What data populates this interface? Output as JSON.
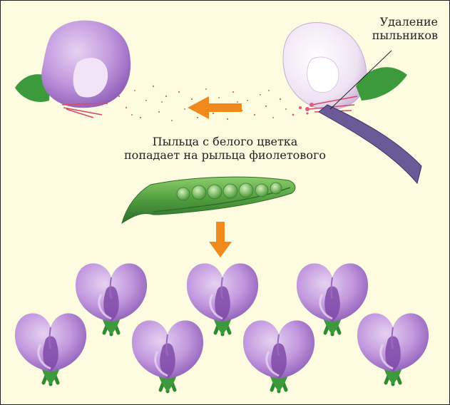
{
  "labels": {
    "removal_line1": "Удаление",
    "removal_line2": "пыльников",
    "pollen_line1": "Пыльца с белого цветка",
    "pollen_line2": "попадает на рыльца фиолетового"
  },
  "colors": {
    "background": "#fdfbe0",
    "arrow": "#f08a1c",
    "purple_flower": "#b98ad8",
    "white_flower": "#f0e6f4",
    "pod_green": "#5aa445",
    "leaf_green": "#3c9a3c"
  },
  "offspring_flowers": {
    "count": 7,
    "color": "purple"
  }
}
